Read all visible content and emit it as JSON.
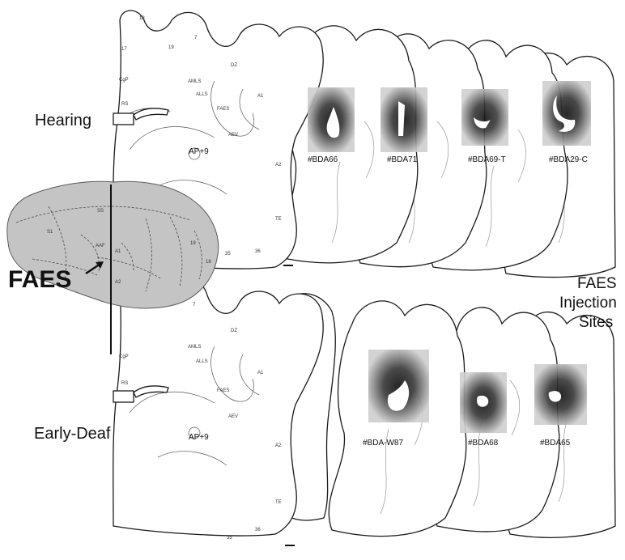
{
  "groups": {
    "hearing": "Hearing",
    "early_deaf": "Early-Deaf"
  },
  "inset": {
    "arrow_label": "FAES",
    "areas": {
      "s1": "S1",
      "aaf": "AAF",
      "a1": "A1",
      "a2": "A2",
      "ss": "SS",
      "a19": "19",
      "a18": "18"
    }
  },
  "title": {
    "line1": "FAES",
    "line2": "Injection",
    "line3": "Sites"
  },
  "sections": {
    "ap_label": "AP+9",
    "area_labels": {
      "a18": "18",
      "a19": "19",
      "a17": "17",
      "a7": "7",
      "cgp": "CgP",
      "rs": "RS",
      "amls": "AMLS",
      "alls": "ALLS",
      "dz": "DZ",
      "a1": "A1",
      "faes": "FAES",
      "aev": "AEV",
      "a2": "A2",
      "te": "TE",
      "a35": "35",
      "a36": "36"
    }
  },
  "cases": {
    "hearing": [
      "#BDA66",
      "#BDA71",
      "#BDA69-T",
      "#BDA29-C"
    ],
    "early_deaf": [
      "#BDA-W87",
      "#BDA68",
      "#BDA65"
    ]
  }
}
